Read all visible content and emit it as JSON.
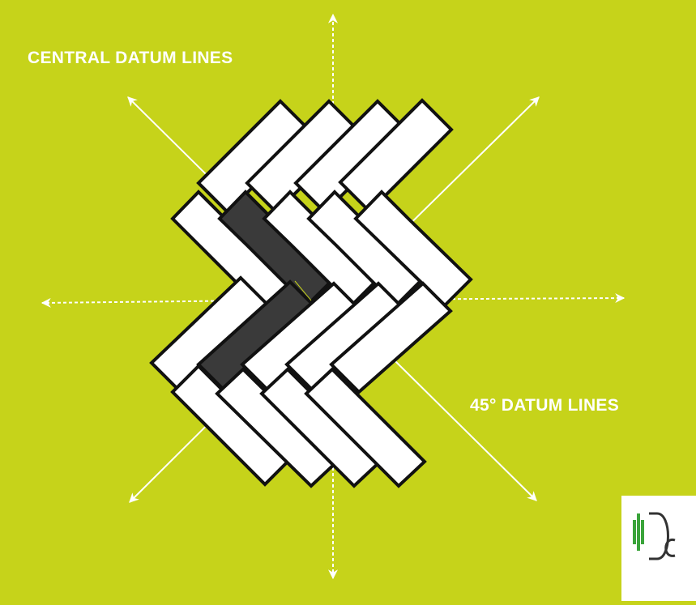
{
  "labels": {
    "central": "CENTRAL DATUM LINES",
    "diagonal": "45° DATUM LINES"
  },
  "colors": {
    "background": "#c6d31a",
    "plank_fill": "#ffffff",
    "plank_outline": "#111111",
    "highlight_fill": "#3a3a3a",
    "line": "#ffffff",
    "logo_green": "#3aa43a",
    "logo_text": "#333333"
  },
  "logo": {
    "icon": "plank-bars-logo-icon",
    "text": "D",
    "second_glyph": "e"
  }
}
